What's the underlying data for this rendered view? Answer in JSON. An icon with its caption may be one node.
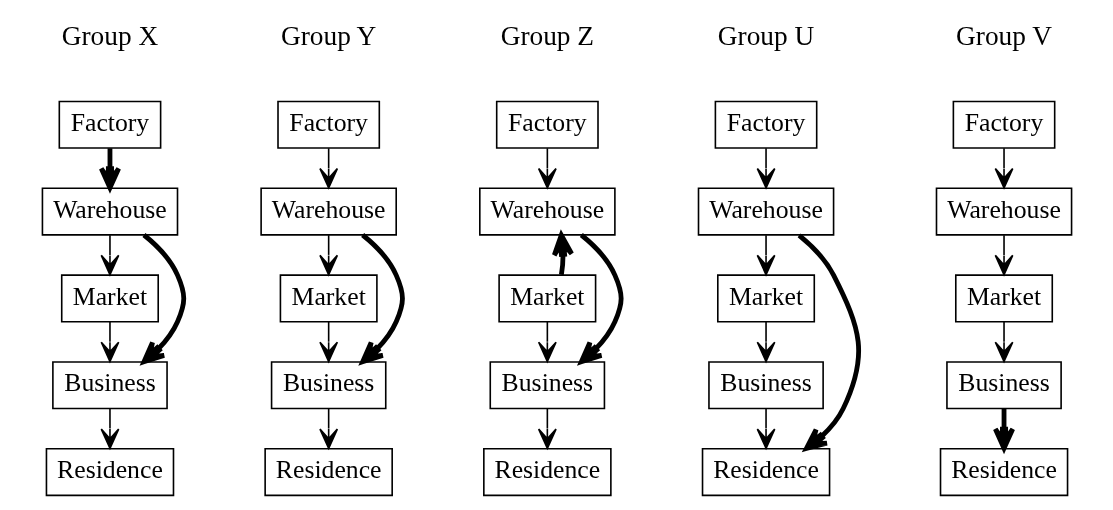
{
  "diagram": {
    "nodes": [
      {
        "text": [
          "Factory"
        ]
      },
      {
        "text": [
          "Warehouse"
        ]
      },
      {
        "text": [
          "Market"
        ]
      },
      {
        "text": [
          "Business"
        ]
      },
      {
        "text": [
          "Residence"
        ]
      },
      {
        "text": [
          "Factory"
        ]
      },
      {
        "text": [
          "Warehouse"
        ]
      },
      {
        "text": [
          "Market"
        ]
      },
      {
        "text": [
          "Business"
        ]
      },
      {
        "text": [
          "Residence"
        ]
      },
      {
        "text": [
          "Factory"
        ]
      },
      {
        "text": [
          "Warehouse"
        ]
      },
      {
        "text": [
          "Market"
        ]
      },
      {
        "text": [
          "Business"
        ]
      },
      {
        "text": [
          "Residence"
        ]
      },
      {
        "text": [
          "Factory"
        ]
      },
      {
        "text": [
          "Warehouse"
        ]
      },
      {
        "text": [
          "Market"
        ]
      },
      {
        "text": [
          "Business"
        ]
      },
      {
        "text": [
          "Residence"
        ]
      },
      {
        "text": [
          "Factory"
        ]
      },
      {
        "text": [
          "Warehouse"
        ]
      },
      {
        "text": [
          "Market"
        ]
      },
      {
        "text": [
          "Business"
        ]
      },
      {
        "text": [
          "Residence"
        ]
      }
    ],
    "edges": [
      {
        "from": 0,
        "to": 1,
        "arrow": "to",
        "style": "thick"
      },
      {
        "from": 1,
        "to": 2,
        "arrow": "to"
      },
      {
        "from": 2,
        "to": 3,
        "arrow": "to"
      },
      {
        "from": 3,
        "to": 4,
        "arrow": "to"
      },
      {
        "from": 1,
        "to": 3,
        "arrow": "to",
        "style": "thick"
      },
      {
        "from": 5,
        "to": 6,
        "arrow": "to"
      },
      {
        "from": 6,
        "to": 7,
        "arrow": "to"
      },
      {
        "from": 7,
        "to": 8,
        "arrow": "to"
      },
      {
        "from": 8,
        "to": 9,
        "arrow": "to"
      },
      {
        "from": 6,
        "to": 8,
        "arrow": "to",
        "style": "thick"
      },
      {
        "from": 10,
        "to": 11,
        "arrow": "to"
      },
      {
        "from": 12,
        "to": 11,
        "arrow": "to",
        "style": "thick"
      },
      {
        "from": 12,
        "to": 13,
        "arrow": "to"
      },
      {
        "from": 13,
        "to": 14,
        "arrow": "to"
      },
      {
        "from": 11,
        "to": 13,
        "arrow": "to",
        "style": "thick"
      },
      {
        "from": 15,
        "to": 16,
        "arrow": "to"
      },
      {
        "from": 16,
        "to": 17,
        "arrow": "to"
      },
      {
        "from": 17,
        "to": 18,
        "arrow": "to"
      },
      {
        "from": 18,
        "to": 19,
        "arrow": "to"
      },
      {
        "from": 16,
        "to": 19,
        "arrow": "to",
        "style": "thick"
      },
      {
        "from": 20,
        "to": 21,
        "arrow": "to"
      },
      {
        "from": 21,
        "to": 22,
        "arrow": "to"
      },
      {
        "from": 22,
        "to": 23,
        "arrow": "to"
      },
      {
        "from": 23,
        "to": 24,
        "arrow": "to",
        "style": "thick"
      }
    ],
    "labels": [
      "Group X",
      "Group Y",
      "Group Z",
      "Group U",
      "Group V"
    ]
  }
}
